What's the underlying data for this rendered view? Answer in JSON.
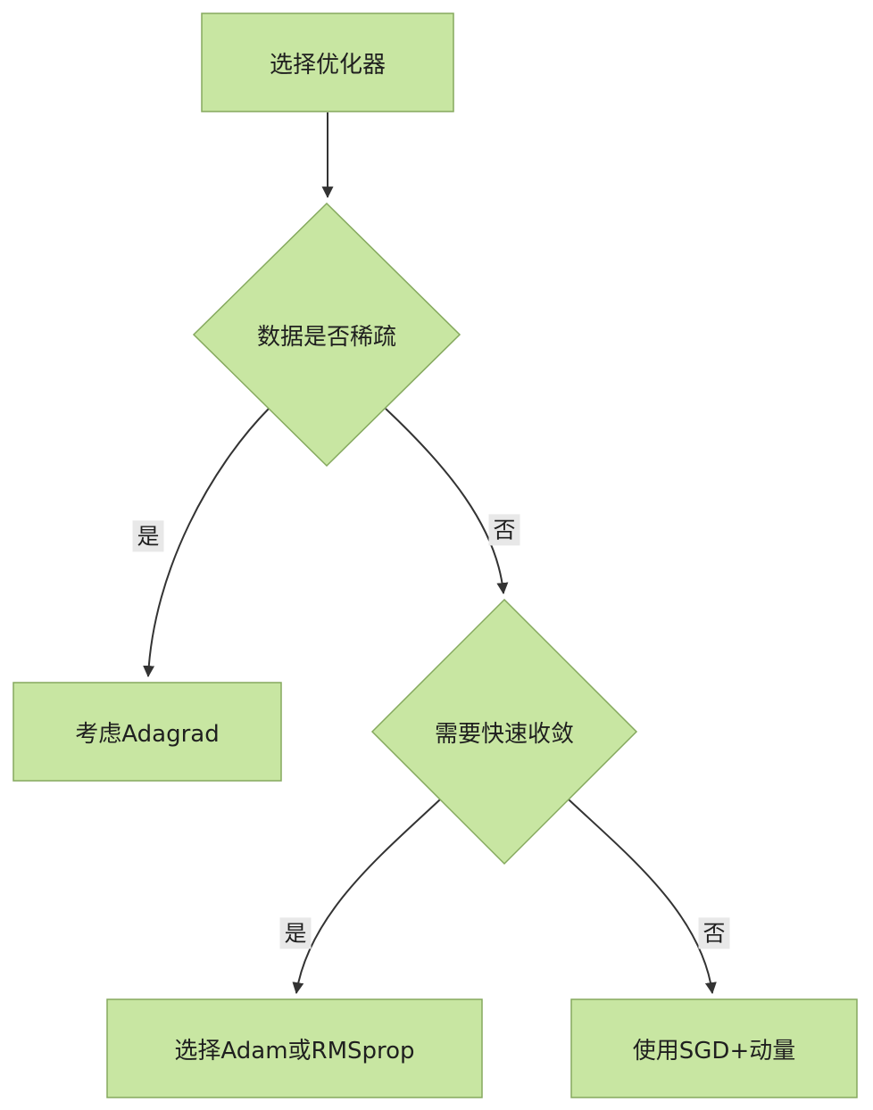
{
  "colors": {
    "node_fill": "#c8e6a2",
    "node_stroke": "#85a95e",
    "edge_stroke": "#333333",
    "edge_label_bg": "#e8e8e8",
    "text": "#1f1f1f"
  },
  "nodes": {
    "start": {
      "shape": "rect",
      "label": "选择优化器"
    },
    "is_sparse": {
      "shape": "diamond",
      "label": "数据是否稀疏"
    },
    "adagrad": {
      "shape": "rect",
      "label": "考虑Adagrad"
    },
    "need_fast": {
      "shape": "diamond",
      "label": "需要快速收敛"
    },
    "adam": {
      "shape": "rect",
      "label": "选择Adam或RMSprop"
    },
    "sgd": {
      "shape": "rect",
      "label": "使用SGD+动量"
    }
  },
  "edges": [
    {
      "from": "start",
      "to": "is_sparse",
      "label": ""
    },
    {
      "from": "is_sparse",
      "to": "adagrad",
      "label": "是"
    },
    {
      "from": "is_sparse",
      "to": "need_fast",
      "label": "否"
    },
    {
      "from": "need_fast",
      "to": "adam",
      "label": "是"
    },
    {
      "from": "need_fast",
      "to": "sgd",
      "label": "否"
    }
  ]
}
